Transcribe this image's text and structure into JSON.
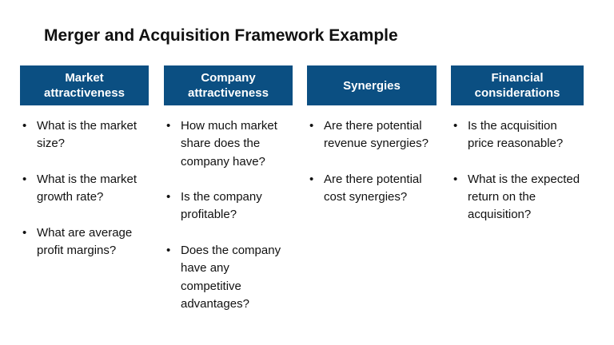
{
  "title": "Merger and Acquisition Framework Example",
  "columns": [
    {
      "header": "Market attractiveness",
      "items": [
        "What is the market size?",
        "What is the market growth rate?",
        "What are average profit margins?"
      ]
    },
    {
      "header": "Company attractiveness",
      "items": [
        "How much market share does the company have?",
        "Is the company profitable?",
        "Does the company have any competitive advantages?"
      ]
    },
    {
      "header": "Synergies",
      "items": [
        "Are there potential revenue synergies?",
        "Are there potential cost synergies?"
      ]
    },
    {
      "header": "Financial considerations",
      "items": [
        "Is the acquisition price reasonable?",
        "What is the expected return on the acquisition?"
      ]
    }
  ],
  "colors": {
    "header_bg": "#0b4f82",
    "header_text": "#ffffff",
    "body_text": "#111111"
  },
  "bullet_glyph": "•"
}
